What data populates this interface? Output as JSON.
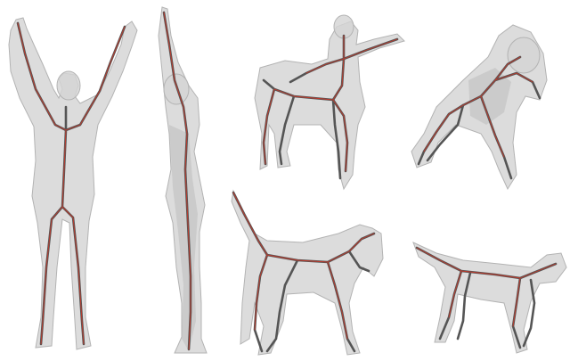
{
  "figure": {
    "background": "#ffffff",
    "mesh_color": "#d4d4d4",
    "skeleton_color": "#555555",
    "skeleton_accent_color": "#c0392b",
    "panels": [
      {
        "id": "human-front",
        "subject": "human"
      },
      {
        "id": "human-side",
        "subject": "human"
      },
      {
        "id": "centaur",
        "subject": "centaur"
      },
      {
        "id": "gorilla",
        "subject": "gorilla"
      },
      {
        "id": "horse",
        "subject": "horse"
      },
      {
        "id": "wolf",
        "subject": "wolf"
      }
    ]
  }
}
